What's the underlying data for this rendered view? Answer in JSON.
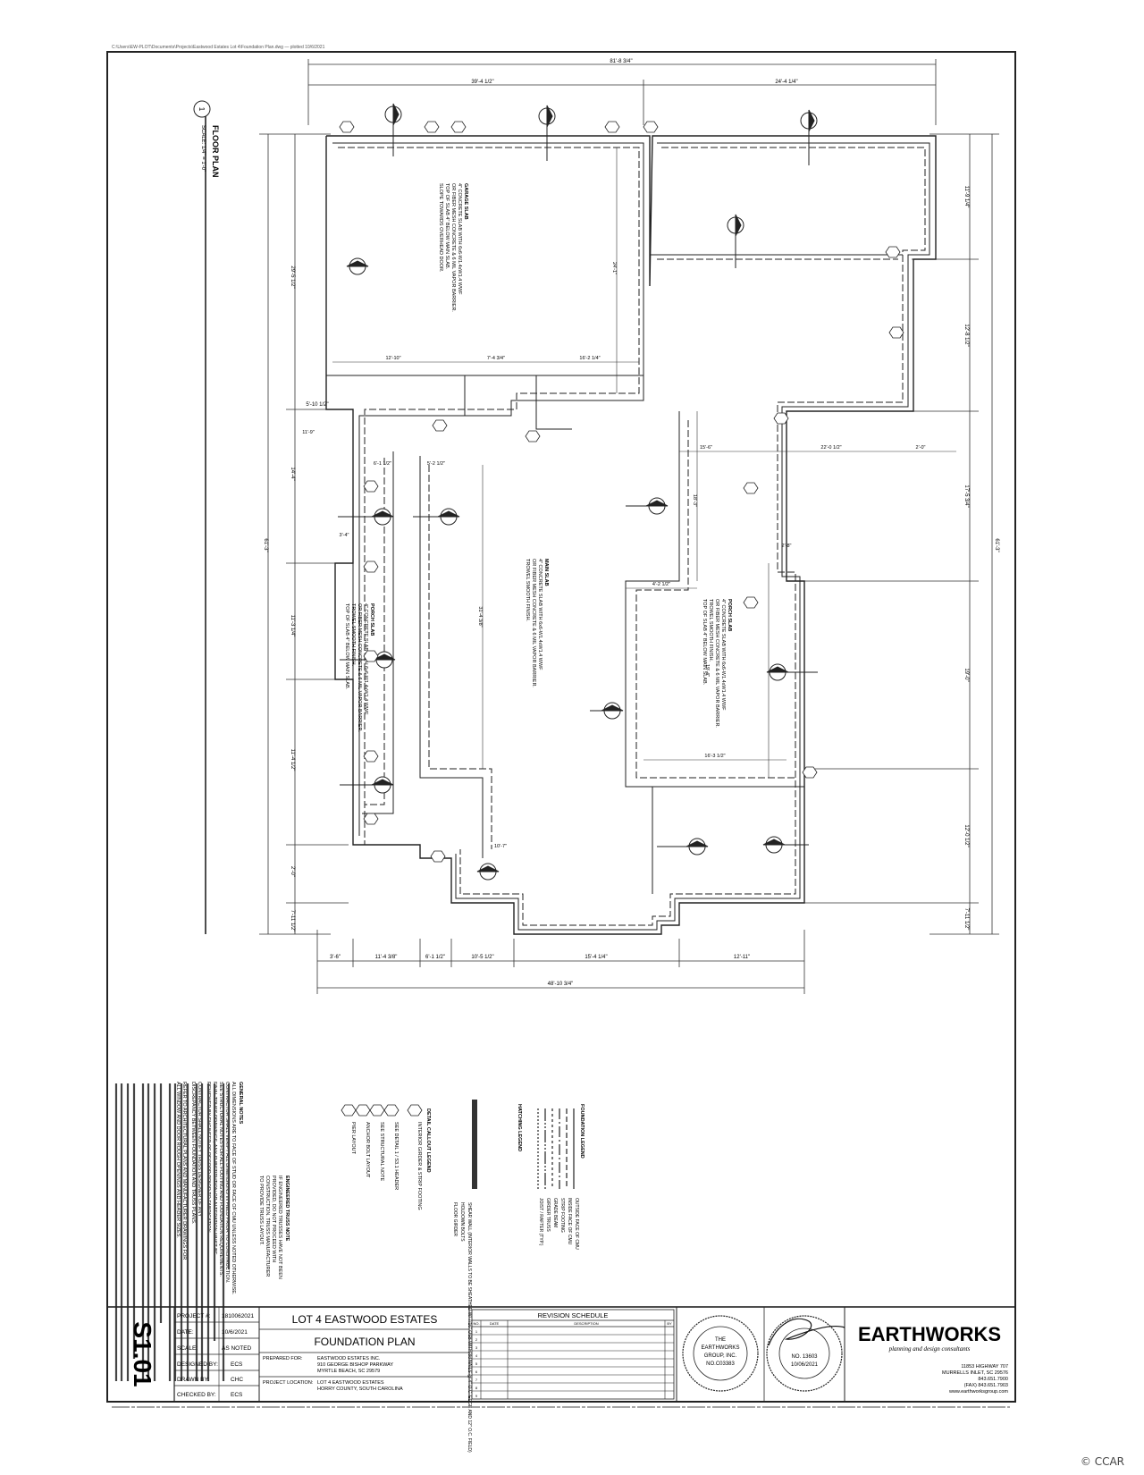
{
  "sheet": {
    "number": "S1.01",
    "project_name": "LOT 4 EASTWOOD ESTATES",
    "sheet_title": "FOUNDATION PLAN",
    "revision_title": "REVISION SCHEDULE",
    "revision_headers": [
      "NO.",
      "DATE",
      "DESCRIPTION",
      "BY"
    ],
    "revision_rows": [
      "1",
      "2",
      "3",
      "4",
      "5",
      "6",
      "7",
      "8",
      "9"
    ]
  },
  "titleblock": {
    "rows": [
      {
        "label": "PROJECT #:",
        "value": "1810062021"
      },
      {
        "label": "DATE:",
        "value": "10/6/2021"
      },
      {
        "label": "SCALE:",
        "value": "AS NOTED"
      },
      {
        "label": "DESIGNED BY:",
        "value": "ECS"
      },
      {
        "label": "DRAWN BY:",
        "value": "CHC"
      },
      {
        "label": "CHECKED BY:",
        "value": "ECS"
      }
    ],
    "prepared_for_label": "PREPARED FOR:",
    "prepared_for": [
      "EASTWOOD ESTATES INC.",
      "910 GEORGE BISHOP PARKWAY",
      "MYRTLE BEACH, SC 29579"
    ],
    "project_location_label": "PROJECT LOCATION:",
    "project_location": [
      "LOT 4 EASTWOOD ESTATES",
      "HORRY COUNTY, SOUTH CAROLINA"
    ]
  },
  "seals": {
    "company_seal": [
      "THE",
      "EARTHWORKS",
      "GROUP, INC.",
      "NO.C03383"
    ],
    "engineer_seal": [
      "NO. 13603",
      "10/06/2021"
    ]
  },
  "firm": {
    "name": "EARTHWORKS",
    "tagline": "planning and design consultants",
    "address": [
      "11853 HIGHWAY 707",
      "MURRELLS INLET, SC 29576",
      "843.651.7900",
      "(FAX) 843.651.7903",
      "www.earthworksgroup.com"
    ]
  },
  "plan": {
    "view_title": "FLOOR PLAN",
    "view_scale": "SCALE: 1/4\" = 1'-0\"",
    "view_number": "1",
    "dims_top": [
      "81'-8 3/4\"",
      "39'-4 1/2\"",
      "24'-4 1/4\""
    ],
    "dims_bottom": [
      "3'-6\"",
      "11'-4 3/8\"",
      "6'-1 1/2\"",
      "10'-5 1/2\"",
      "15'-4 1/4\"",
      "12'-11\"",
      "48'-10 3/4\""
    ],
    "dims_left": [
      "29'-5 1/2\"",
      "5'-10 1/2\"",
      "14'-4\"",
      "11'-3 1/4\"",
      "11'-4 1/2\"",
      "2'-0\"",
      "7'-11 1/2\"",
      "61'-3\""
    ],
    "dims_right": [
      "11'-9 1/4\"",
      "12'-8 1/2\"",
      "17'-5 3/4\"",
      "19'-0\"",
      "12'-0 1/2\"",
      "7'-11 1/2\"",
      "61'-3\""
    ],
    "interior_dims": [
      "12'-10\"",
      "7'-4 3/4\"",
      "16'-2 1/4\"",
      "24'-1\"",
      "6'-1 1/2\"",
      "5'-2 1/2\"",
      "15'-6\"",
      "2'-0\"",
      "22'-0 1/2\"",
      "4'-2 1/2\"",
      "18'-3\"",
      "16'-3 1/2\"",
      "19'-4\"",
      "3'-4\"",
      "11'-9\"",
      "31'-4 3/8\"",
      "10'-7\"",
      "2'-8\""
    ],
    "room_notes": [
      [
        "GARAGE SLAB",
        "4\" CONCRETE SLAB WITH 6x6-W1.4xW1.4 WWF",
        "OR FIBER MESH CONCRETE & 6 MIL VAPOR BARRIER.",
        "TOP OF SLAB 4\" BELOW MAIN SLAB.",
        "SLOPE TOWARDS OVERHEAD DOOR."
      ],
      [
        "MAIN SLAB",
        "4\" CONCRETE SLAB WITH 6x6-W1.4xW1.4 WWF",
        "OR FIBER MESH CONCRETE & 6 MIL VAPOR BARRIER.",
        "TROWEL SMOOTH FINISH."
      ],
      [
        "PORCH SLAB",
        "4\" CONCRETE SLAB WITH 6x6-W1.4xW1.4 WWF",
        "OR FIBER MESH CONCRETE & 6 MIL VAPOR BARRIER.",
        "TROWEL SMOOTH FINISH.",
        "TOP OF SLAB 4\" BELOW MAIN SLAB."
      ],
      [
        "PORCH SLAB",
        "4\" CONCRETE SLAB WITH 6x6-W1.4xW1.4 WWF",
        "OR FIBER MESH CONCRETE & 6 MIL VAPOR BARRIER.",
        "TROWEL SMOOTH FINISH.",
        "TOP OF SLAB 4\" BELOW MAIN SLAB."
      ]
    ]
  },
  "legend": {
    "title": "FOUNDATION LEGEND",
    "items": [
      "OUTSIDE FACE OF CMU",
      "INSIDE FACE OF CMU",
      "STRIP FOOTING",
      "GRADE BEAM",
      "GIRDER TRUSS",
      "JOIST / RAFTER (TYP.)"
    ],
    "hatch_title": "HATCHING LEGEND",
    "hatch_items": [
      "SHEAR WALL (INTERIOR WALLS TO BE SHEATHED W/ 7/16\" OSB WITH 8d NAILS @ 4\" O.C. EDGE AND 12\" O.C. FIELD)",
      "HOLDOWN BOLTS",
      "FLOOR GIRDER"
    ],
    "detail_title": "DETAIL CALLOUT LEGEND",
    "detail_items": [
      "INTERIOR GIRDER & STRIP FOOTING",
      "SEE DETAIL 1 / S3.1 HEADER",
      "SEE STRUCTURAL NOTE",
      "ANCHOR BOLT LAYOUT",
      "PIER LAYOUT"
    ],
    "engineering_note_title": "ENGINEERED TRUSS NOTE",
    "engineering_note": [
      "IF ENGINEERED TRUSSES HAVE NOT BEEN",
      "PROVIDED, DO NOT PROCEED WITH",
      "CONSTRUCTION. TRUSS MANUFACTURER",
      "TO PROVIDE TRUSS LAYOUT."
    ]
  },
  "general_notes": {
    "title": "GENERAL NOTES",
    "lines": [
      "ALL DIMENSIONS ARE TO FACE OF STUD OR FACE OF CMU UNLESS NOTED OTHERWISE.",
      "CONTRACTOR SHALL VERIFY ALL DIMENSIONS IN FIELD PRIOR TO CONSTRUCTION.",
      "SEE STRUCTURAL NOTES FOR ALL FOOTING AND FOUNDATION REQUIREMENTS.",
      "FINAL TRUSS DRAWINGS, ANY SUBSTITUTION OR ALTERATION MUST BE",
      "REVIEWED BY ENGINEER OF RECORD PRIOR TO FABRICATION.",
      "CONTRACTOR SHALL NOTIFY TRUSS DESIGNER OF ANY",
      "DISCREPANCY BETWEEN FOUNDATION AND TRUSS PLANS.",
      "REFER TO ARCHITECTURAL PLANS AND MANUFACTURER DRAWINGS FOR",
      "ALL WINDOW AND DOOR ROUGH OPENINGS AND HEADER SIZES."
    ]
  },
  "credit": "© CCAR"
}
